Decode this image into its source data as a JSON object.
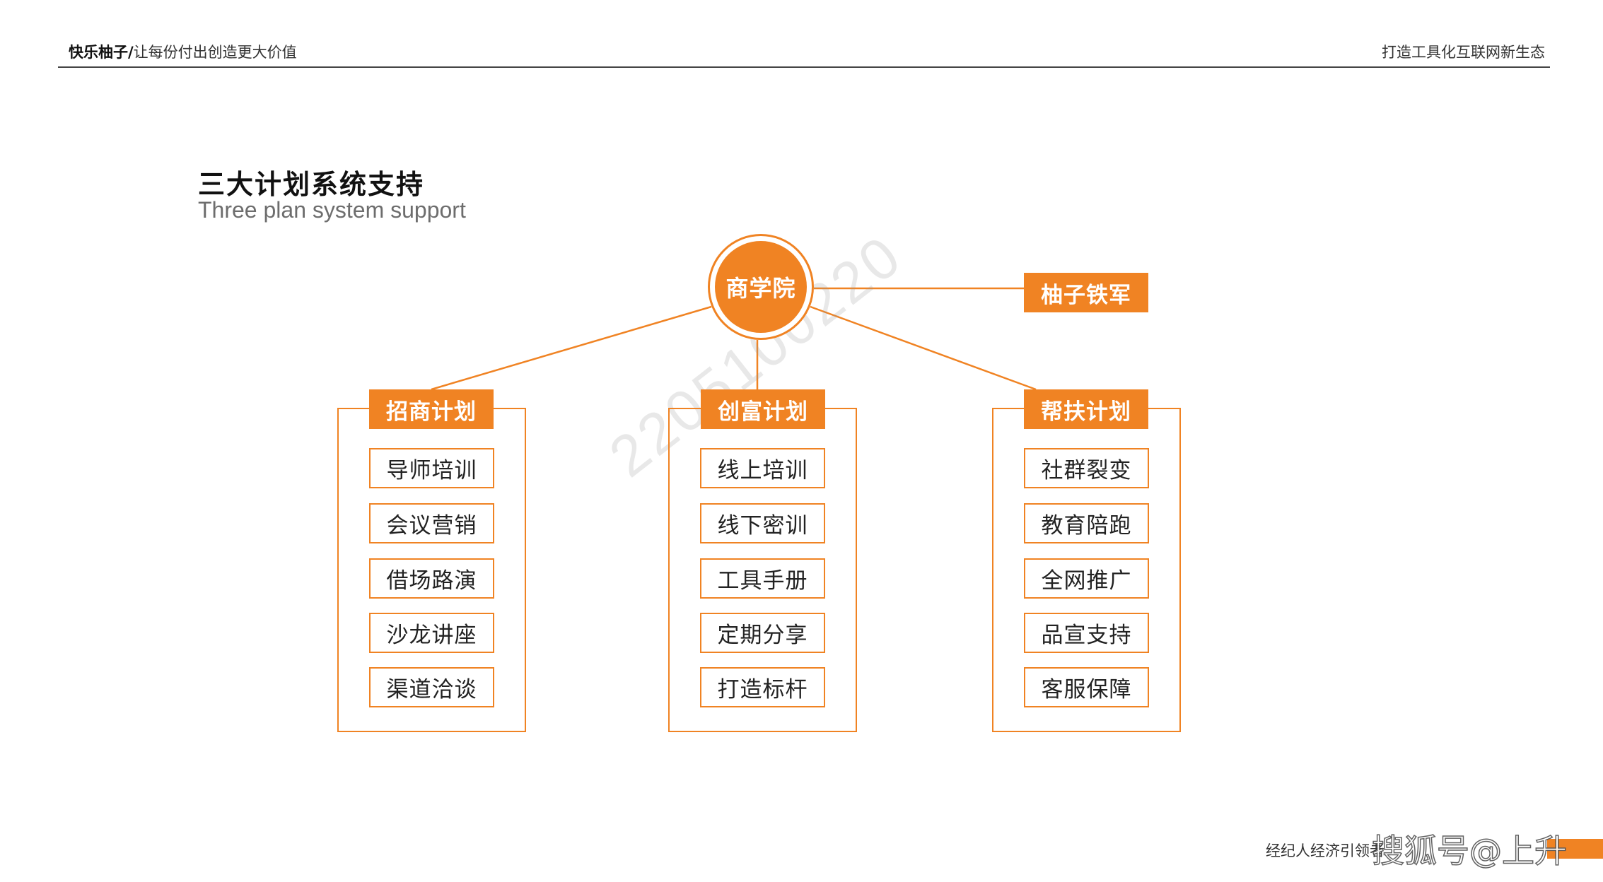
{
  "header": {
    "brand": "快乐柚子/",
    "slogan": "让每份付出创造更大价值",
    "right_text": "打造工具化互联网新生态"
  },
  "title": {
    "cn": "三大计划系统支持",
    "en": "Three plan system support"
  },
  "hub": {
    "label": "商学院"
  },
  "side_node": {
    "label": "柚子铁军"
  },
  "groups": [
    {
      "label": "招商计划",
      "items": [
        "导师培训",
        "会议营销",
        "借场路演",
        "沙龙讲座",
        "渠道洽谈"
      ]
    },
    {
      "label": "创富计划",
      "items": [
        "线上培训",
        "线下密训",
        "工具手册",
        "定期分享",
        "打造标杆"
      ]
    },
    {
      "label": "帮扶计划",
      "items": [
        "社群裂变",
        "教育陪跑",
        "全网推广",
        "品宣支持",
        "客服保障"
      ]
    }
  ],
  "watermark": "2205100220",
  "footer": {
    "text": "经纪人经济引领者",
    "sohu": "搜狐号@上升"
  },
  "colors": {
    "accent": "#f08323",
    "text": "#222222",
    "subtitle": "#6d6d6d"
  }
}
